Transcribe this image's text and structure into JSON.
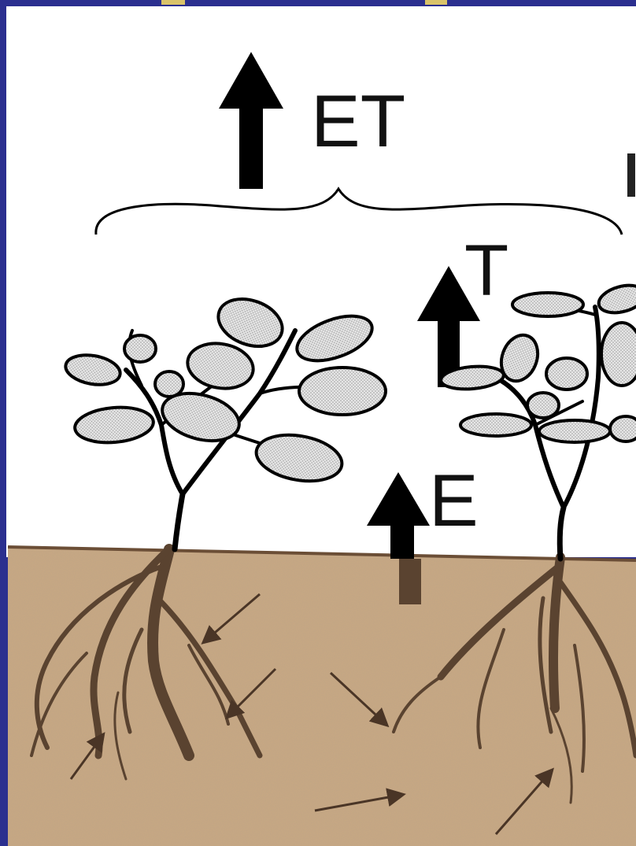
{
  "labels": {
    "et": "ET",
    "t": "T",
    "e": "E"
  },
  "colors": {
    "frame": "#2b2f8f",
    "sky": "#ffffff",
    "soil": "#c8a882",
    "root": "#5a4330",
    "leaf_fill": "#d6d6d6",
    "ink": "#000000"
  }
}
